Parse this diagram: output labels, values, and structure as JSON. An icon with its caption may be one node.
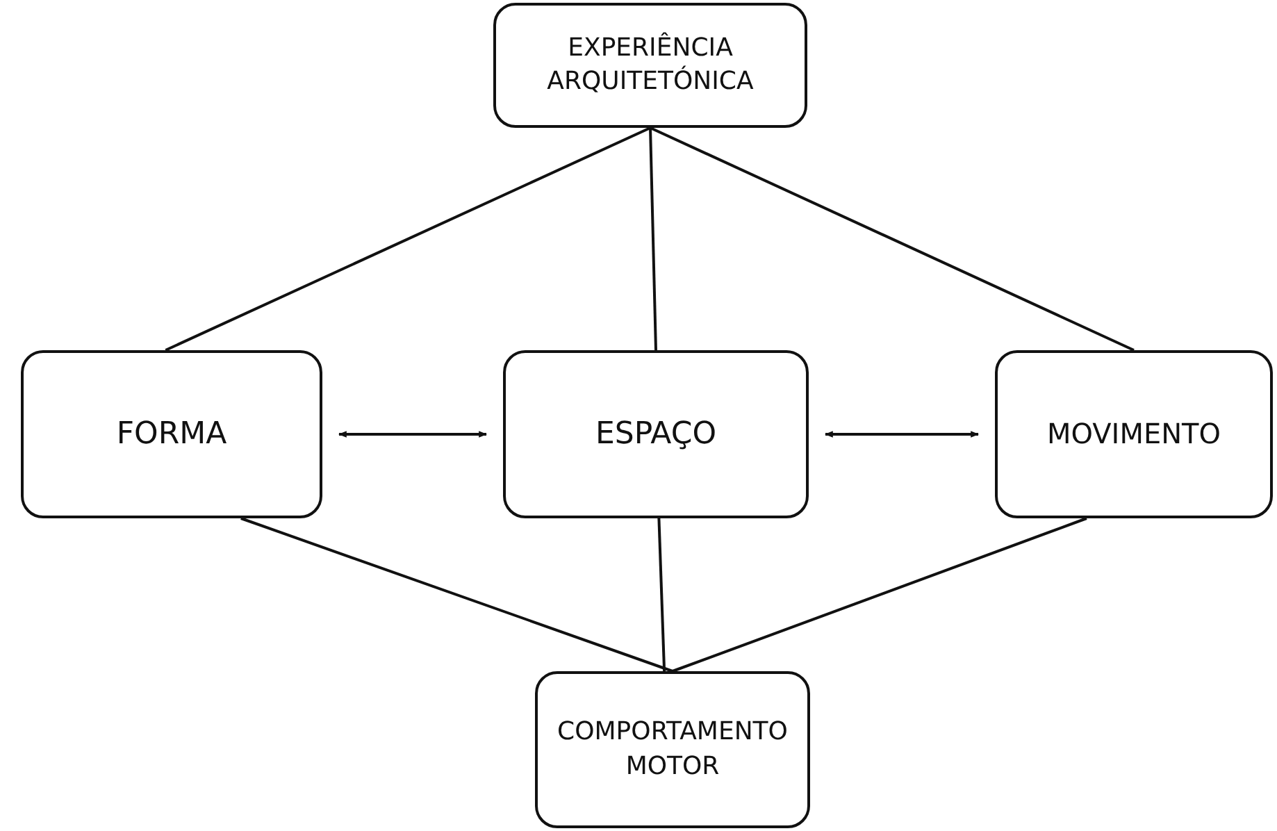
{
  "diagram": {
    "nodes": [
      {
        "text": [
          "EXPERIÊNCIA ARQUITETÓNICA"
        ]
      },
      {
        "text": [
          "FORMA"
        ]
      },
      {
        "text": [
          "ESPAÇO"
        ]
      },
      {
        "text": [
          "MOVIMENTO"
        ]
      },
      {
        "text": [
          "COMPORTAMENTO MOTOR"
        ]
      }
    ],
    "edges": [
      {
        "from": 0,
        "to": 1,
        "arrow": "none"
      },
      {
        "from": 0,
        "to": 2,
        "arrow": "none"
      },
      {
        "from": 0,
        "to": 3,
        "arrow": "none"
      },
      {
        "from": 1,
        "to": 2,
        "arrow": "both"
      },
      {
        "from": 2,
        "to": 3,
        "arrow": "both"
      },
      {
        "from": 1,
        "to": 4,
        "arrow": "none"
      },
      {
        "from": 2,
        "to": 4,
        "arrow": "none"
      },
      {
        "from": 3,
        "to": 4,
        "arrow": "none"
      }
    ]
  }
}
